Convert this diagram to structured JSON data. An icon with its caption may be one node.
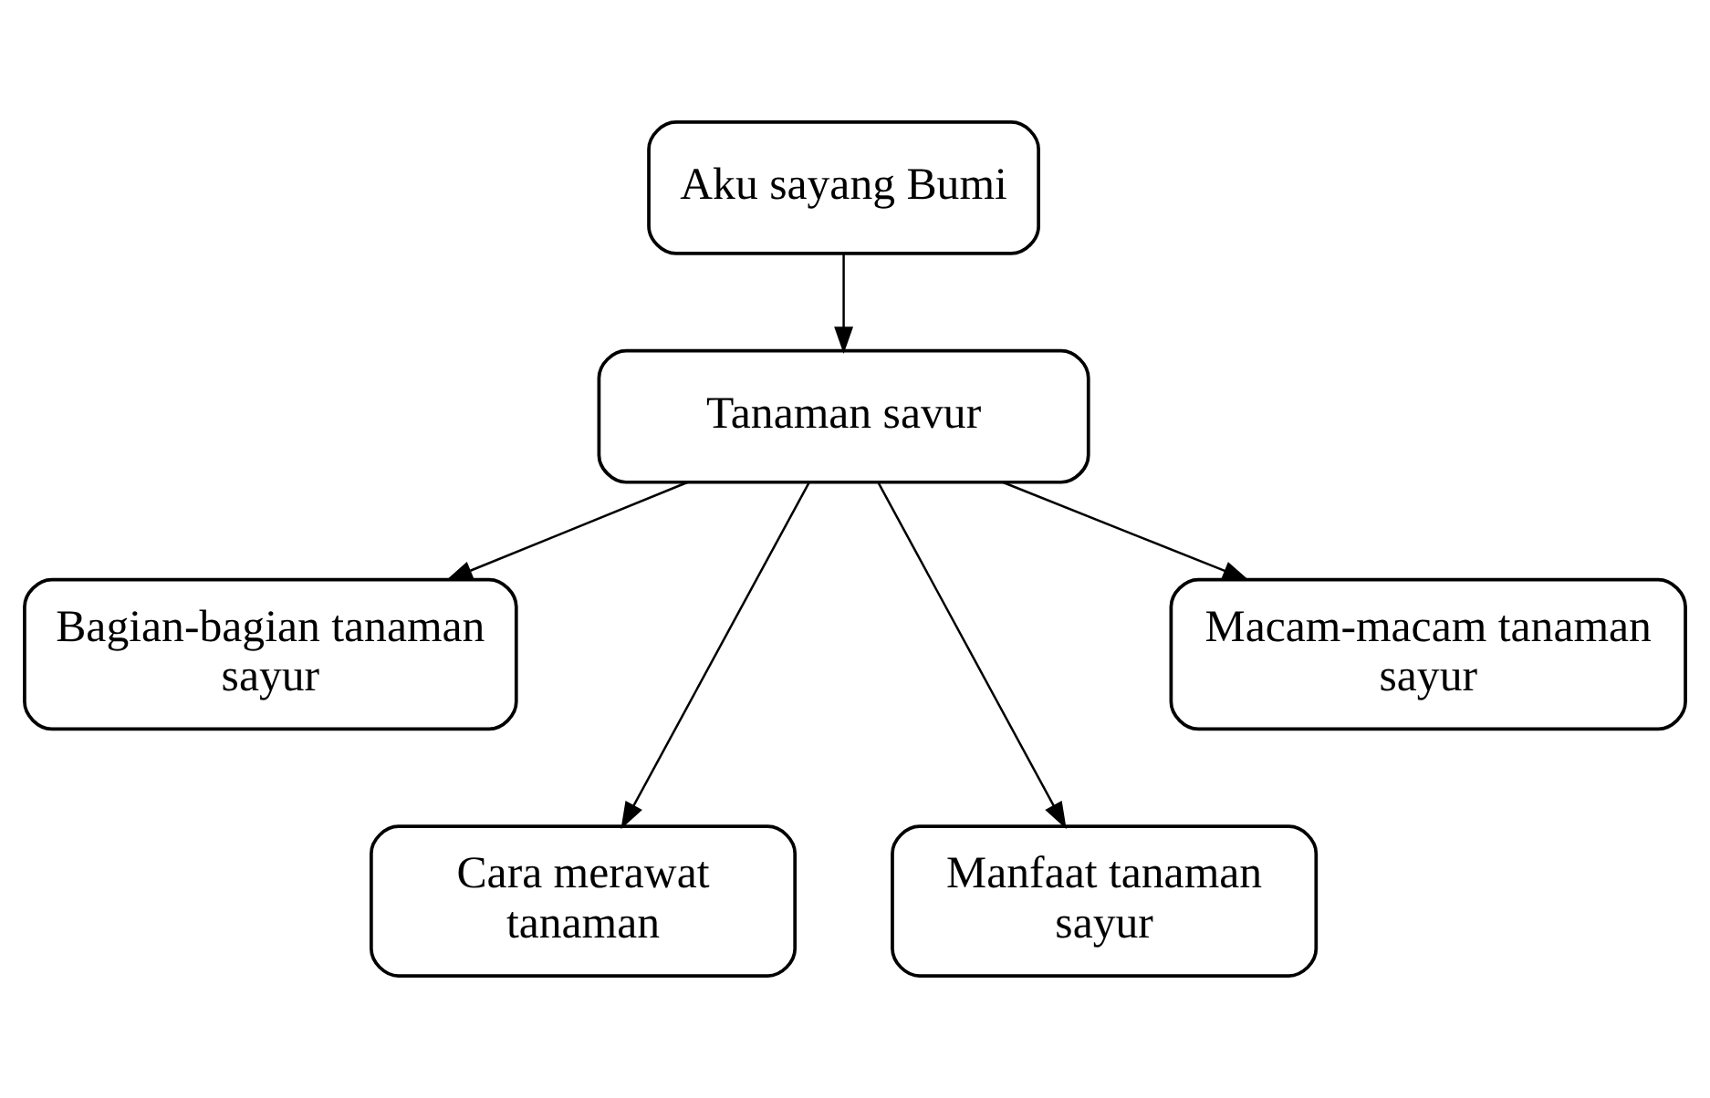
{
  "diagram": {
    "nodes": [
      {
        "text": [
          "Aku sayang Bumi"
        ]
      },
      {
        "text": [
          "Tanaman savur"
        ]
      },
      {
        "text": [
          "Bagian-bagian tanaman sayur"
        ]
      },
      {
        "text": [
          "Macam-macam tanaman sayur"
        ]
      },
      {
        "text": [
          "Cara merawat tanaman"
        ]
      },
      {
        "text": [
          "Manfaat tanaman sayur"
        ]
      }
    ],
    "edges": [
      {
        "from": 0,
        "to": 1,
        "arrow": "to"
      },
      {
        "from": 1,
        "to": 2,
        "arrow": "to"
      },
      {
        "from": 1,
        "to": 4,
        "arrow": "to"
      },
      {
        "from": 1,
        "to": 5,
        "arrow": "to"
      },
      {
        "from": 1,
        "to": 3,
        "arrow": "to"
      }
    ]
  }
}
